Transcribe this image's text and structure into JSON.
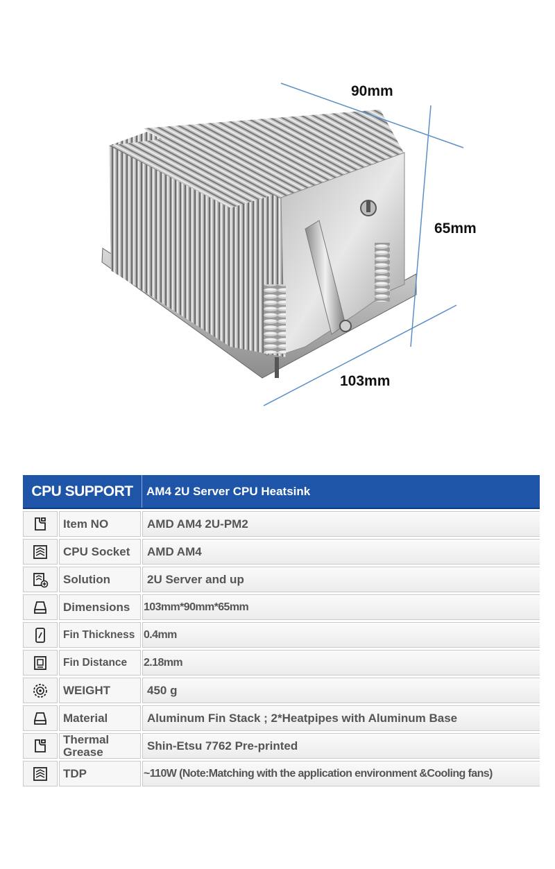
{
  "dimensions": {
    "width": "90mm",
    "height": "65mm",
    "length": "103mm"
  },
  "spec_table": {
    "header": {
      "left": "CPU SUPPORT",
      "right": "AM4 2U Server CPU Heatsink"
    },
    "rows": [
      {
        "icon": "document-corner-icon",
        "label": "Item NO",
        "value": "AMD AM4 2U-PM2"
      },
      {
        "icon": "layers-icon",
        "label": "CPU Socket",
        "value": "AMD AM4"
      },
      {
        "icon": "layers-plus-icon",
        "label": "Solution",
        "value": "2U Server and up"
      },
      {
        "icon": "drive-icon",
        "label": "Dimensions",
        "value": "103mm*90mm*65mm"
      },
      {
        "icon": "slash-card-icon",
        "label": "Fin Thickness",
        "value": "0.4mm"
      },
      {
        "icon": "chip-icon",
        "label": "Fin Distance",
        "value": "2.18mm"
      },
      {
        "icon": "fan-icon",
        "label": "WEIGHT",
        "value": "450 g"
      },
      {
        "icon": "drive-icon",
        "label": "Material",
        "value": "Aluminum Fin Stack ; 2*Heatpipes with Aluminum Base"
      },
      {
        "icon": "document-corner-icon",
        "label": "Thermal Grease",
        "value": "Shin-Etsu 7762 Pre-printed"
      },
      {
        "icon": "layers-icon",
        "label": "TDP",
        "value": "~110W (Note:Matching with the application environment &Cooling fans)"
      }
    ]
  }
}
